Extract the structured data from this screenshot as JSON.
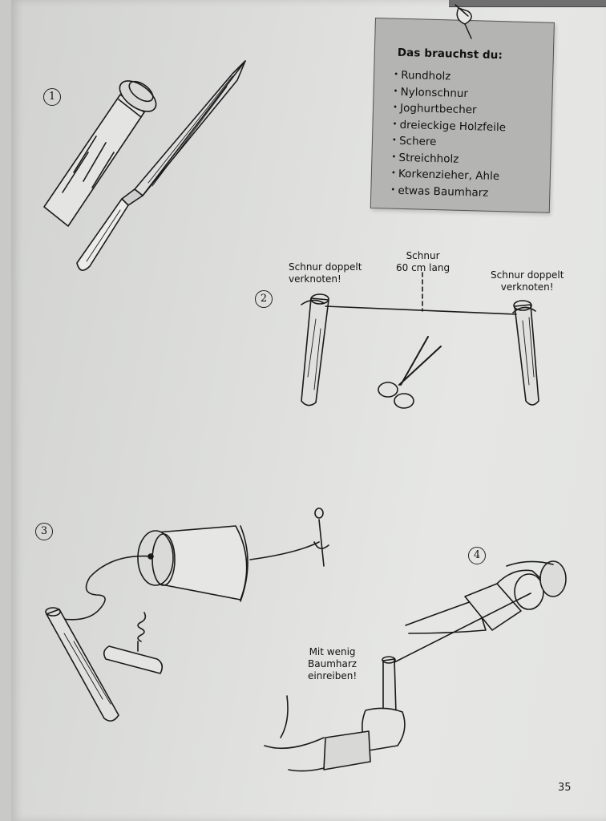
{
  "supplies": {
    "heading": "Das brauchst du:",
    "items": [
      "Rundholz",
      "Nylonschnur",
      "Joghurtbecher",
      "dreieckige Holzfeile",
      "Schere",
      "Streichholz",
      "Korkenzieher, Ahle",
      "etwas Baumharz"
    ]
  },
  "steps": [
    {
      "number": "1"
    },
    {
      "number": "2"
    },
    {
      "number": "3"
    },
    {
      "number": "4"
    }
  ],
  "step2": {
    "left_label_1": "Schnur doppelt",
    "left_label_2": "verknoten!",
    "mid_label_1": "Schnur",
    "mid_label_2": "60 cm lang",
    "right_label_1": "Schnur doppelt",
    "right_label_2": "verknoten!"
  },
  "step4": {
    "label_1": "Mit wenig",
    "label_2": "Baumharz",
    "label_3": "einreiben!"
  },
  "page_number": "35"
}
